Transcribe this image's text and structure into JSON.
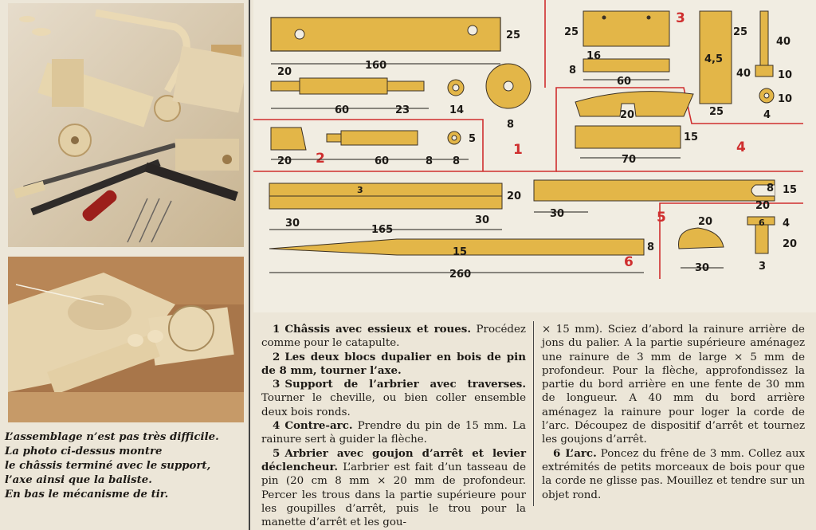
{
  "caption": {
    "lines": [
      "L’assemblage n’est pas très difficile.",
      "La photo ci-dessus montre",
      "le châssis terminé avec le support,",
      "l’axe ainsi que la baliste.",
      "En bas le mécanisme de tir."
    ]
  },
  "plan": {
    "section_numbers": [
      "1",
      "2",
      "3",
      "4",
      "5",
      "6"
    ],
    "dims": {
      "d25a": "25",
      "d160": "160",
      "d20a": "20",
      "d60a": "60",
      "d23": "23",
      "d14": "14",
      "d8a": "8",
      "d20b": "20",
      "d60b": "60",
      "d8b": "8",
      "d8c": "8",
      "d5": "5",
      "d25b": "25",
      "d16": "16",
      "d8d": "8",
      "d60c": "60",
      "d45": "4,5",
      "d25c": "25",
      "d40a": "40",
      "d25d": "25",
      "d40b": "40",
      "d10a": "10",
      "d10b": "10",
      "d4": "4",
      "d20c": "20",
      "d70": "70",
      "d15a": "15",
      "d3": "3",
      "d20d": "20",
      "d30a": "30",
      "d165": "165",
      "d30b": "30",
      "d30c": "30",
      "d8e": "8",
      "d15b": "15",
      "d20e": "20",
      "d15c": "15",
      "d8f": "8",
      "d260": "260",
      "d20f": "20",
      "d30d": "30",
      "d6": "6",
      "d4b": "4",
      "d20g": "20",
      "d3b": "3"
    }
  },
  "text": {
    "items": [
      {
        "num": "1",
        "title": "Châssis avec essieux et roues.",
        "body": " Procédez comme pour le catapulte."
      },
      {
        "num": "2",
        "title": "Les deux blocs dupalier en bois de pin de 8 mm, tourner l’axe.",
        "body": ""
      },
      {
        "num": "3",
        "title": "Support de l’arbrier avec traverses.",
        "body": " Tourner le cheville, ou bien coller ensemble deux bois ronds."
      },
      {
        "num": "4",
        "title": "Contre-arc.",
        "body": " Prendre du pin de 15 mm. La rainure sert à guider la flèche."
      },
      {
        "num": "5",
        "title": "Arbrier avec goujon d’arrêt et levier déclencheur.",
        "body": " L’arbrier est fait d’un tasseau de pin (20 cm 8 mm × 20 mm de profondeur. Percer les trous dans la partie supérieure pour les goupilles d’arrêt, puis le trou pour la manette d’arrêt et les gou-"
      }
    ],
    "col2_continuation": "× 15 mm). Sciez d’abord la rainure arrière de jons du palier. A la partie supérieure aménagez une rainure de 3 mm de large × 5 mm de profondeur. Pour la flèche, approfondissez la partie du bord arrière en une fente de 30 mm de longueur. A 40 mm du bord arrière aménagez la rainure pour loger la corde de l’arc. Découpez de dispositif d’arrêt et tournez les goujons d’arrêt.",
    "item6": {
      "num": "6",
      "title": "L’arc.",
      "body": " Poncez du frêne de 3 mm. Collez aux extrémités de petits morceaux de bois pour que la corde ne glisse pas. Mouillez et tendre sur un objet rond."
    }
  }
}
